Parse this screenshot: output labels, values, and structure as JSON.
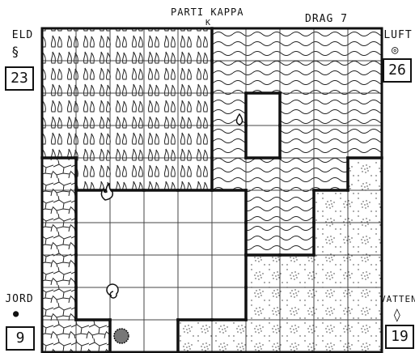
{
  "header": {
    "title": "PARTI KAPPA",
    "marker": "K",
    "turn": "DRAG 7"
  },
  "players": {
    "eld": {
      "label": "ELD",
      "icon": "fire-spiral-icon",
      "score": "23"
    },
    "luft": {
      "label": "LUFT",
      "icon": "air-swirl-icon",
      "score": "26"
    },
    "jord": {
      "label": "JORD",
      "icon": "earth-dot-icon",
      "score": "9"
    },
    "vatten": {
      "label": "VATTEN",
      "icon": "water-drop-icon",
      "score": "19"
    }
  },
  "board": {
    "cols": 10,
    "rows": 10,
    "legend": {
      "F": "fire",
      "W": "air",
      "E": "earth",
      "A": "water",
      ".": "empty"
    },
    "grid": [
      "FFFFFWWWWW",
      "FFFFFWWWWW",
      "FFFFFW.WWW",
      "FFFFFW.WWW",
      "EFFFFWWWWA",
      "E.....WWAA",
      "E.....WWAA",
      "E.....AAAA",
      "E.....AAAA",
      "EE..AAAAAA"
    ],
    "tokens": [
      {
        "name": "water-drop-token",
        "row": 3,
        "col": 6
      },
      {
        "name": "fire-flame-token",
        "row": 5,
        "col": 2
      },
      {
        "name": "air-swirl-token",
        "row": 8,
        "col": 2
      },
      {
        "name": "earth-dot-token",
        "row": 9,
        "col": 2
      }
    ]
  }
}
